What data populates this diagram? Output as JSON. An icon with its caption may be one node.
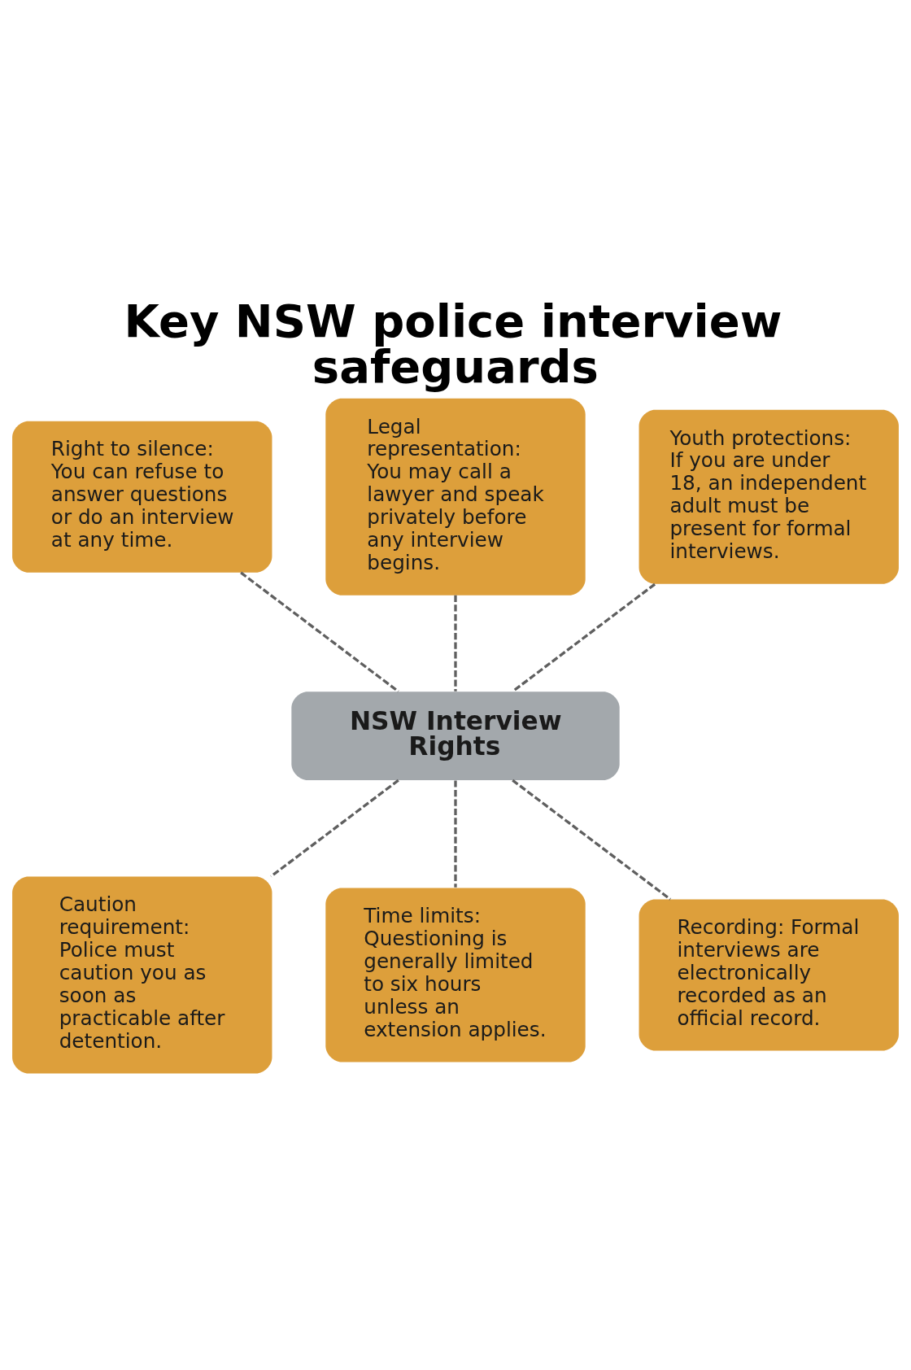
{
  "diagram": {
    "title": "Key NSW police interview safeguards",
    "nodes": [
      {
        "text": [
          "Right to silence: You can refuse to answer questions or do an interview at any time."
        ]
      },
      {
        "text": [
          "Legal representation: You may call a lawyer and speak privately before any interview begins."
        ]
      },
      {
        "text": [
          "Youth protections: If you are under 18, an independent adult must be present for formal interviews."
        ]
      },
      {
        "text": [
          "NSW Interview Rights"
        ]
      },
      {
        "text": [
          "Caution requirement: Police must caution you as soon as practicable after detention."
        ]
      },
      {
        "text": [
          "Time limits: Questioning is generally limited to six hours unless an extension applies."
        ]
      },
      {
        "text": [
          "Recording: Formal interviews are electronically recorded as an official record."
        ]
      }
    ],
    "edges": [
      {
        "from": 0,
        "to": 3,
        "arrow": "none",
        "style": "dashed"
      },
      {
        "from": 1,
        "to": 3,
        "arrow": "none",
        "style": "dashed"
      },
      {
        "from": 2,
        "to": 3,
        "arrow": "none",
        "style": "dashed"
      },
      {
        "from": 3,
        "to": 4,
        "arrow": "none",
        "style": "dashed"
      },
      {
        "from": 3,
        "to": 5,
        "arrow": "none",
        "style": "dashed"
      },
      {
        "from": 3,
        "to": 6,
        "arrow": "none",
        "style": "dashed"
      }
    ]
  }
}
